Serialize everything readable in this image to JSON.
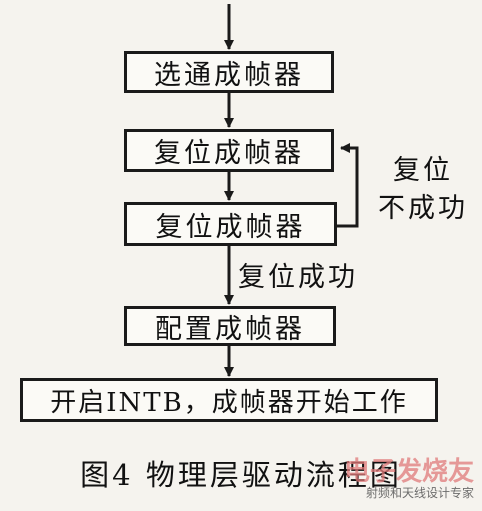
{
  "diagram": {
    "steps": [
      "选通成帧器",
      "复位成帧器",
      "复位成帧器",
      "配置成帧器",
      "开启INTB，成帧器开始工作"
    ],
    "loop_label_line1": "复位",
    "loop_label_line2": "不成功",
    "success_label": "复位成功"
  },
  "caption": "图4  物理层驱动流程图",
  "watermark": {
    "brand": "电子发烧友",
    "subtitle": "射频和天线设计专家"
  }
}
